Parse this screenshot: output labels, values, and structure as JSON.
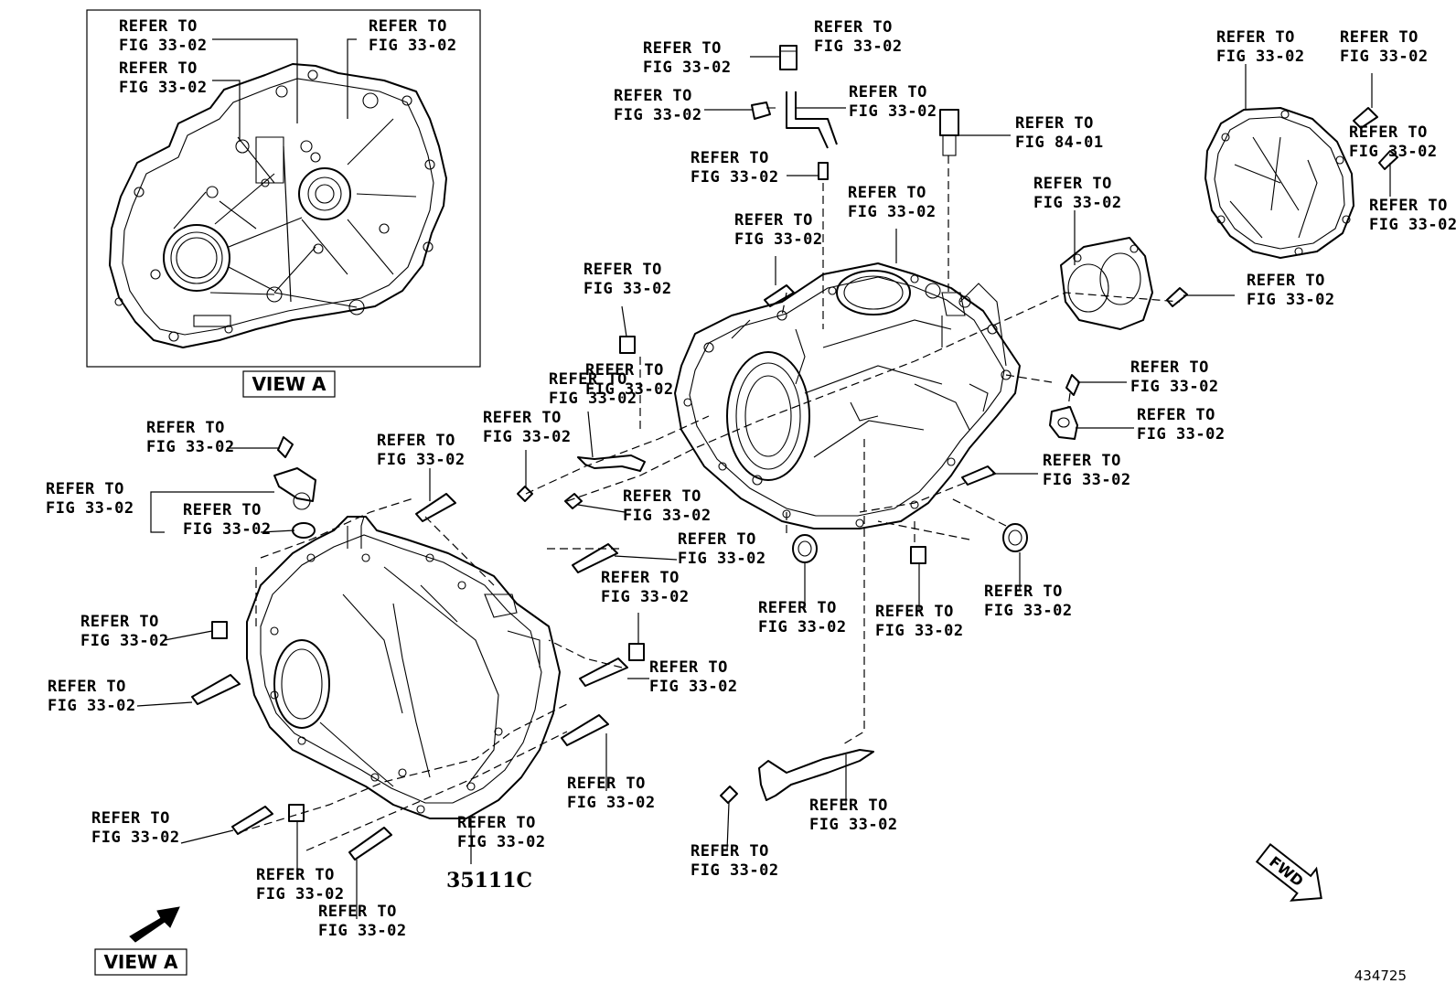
{
  "labels": [
    {
      "line1": "REFER TO",
      "line2": "FIG 33-02"
    },
    {
      "line1": "REFER TO",
      "line2": "FIG 33-02"
    },
    {
      "line1": "REFER TO",
      "line2": "FIG 33-02"
    },
    {
      "line1": "REFER TO",
      "line2": "FIG 33-02"
    },
    {
      "line1": "REFER TO",
      "line2": "FIG 33-02"
    },
    {
      "line1": "REFER TO",
      "line2": "FIG 33-02"
    },
    {
      "line1": "REFER TO",
      "line2": "FIG 33-02"
    },
    {
      "line1": "REFER TO",
      "line2": "FIG 84-01"
    },
    {
      "line1": "REFER TO",
      "line2": "FIG 33-02"
    },
    {
      "line1": "REFER TO",
      "line2": "FIG 33-02"
    },
    {
      "line1": "REFER TO",
      "line2": "FIG 33-02"
    },
    {
      "line1": "REFER TO",
      "line2": "FIG 33-02"
    },
    {
      "line1": "REFER TO",
      "line2": "FIG 33-02"
    },
    {
      "line1": "REFER TO",
      "line2": "FIG 33-02"
    },
    {
      "line1": "REFER TO",
      "line2": "FIG 33-02"
    },
    {
      "line1": "REFER TO",
      "line2": "FIG 33-02"
    },
    {
      "line1": "REFER TO",
      "line2": "FIG 33-02"
    },
    {
      "line1": "REFER TO",
      "line2": "FIG 33-02"
    },
    {
      "line1": "REFER TO",
      "line2": "FIG 33-02"
    },
    {
      "line1": "REFER TO",
      "line2": "FIG 33-02"
    },
    {
      "line1": "REFER TO",
      "line2": "FIG 33-02"
    },
    {
      "line1": "REFER TO",
      "line2": "FIG 33-02"
    },
    {
      "line1": "REFER TO",
      "line2": "FIG 33-02"
    },
    {
      "line1": "REFER TO",
      "line2": "FIG 33-02"
    },
    {
      "line1": "REFER TO",
      "line2": "FIG 33-02"
    },
    {
      "line1": "REFER TO",
      "line2": "FIG 33-02"
    },
    {
      "line1": "REFER TO",
      "line2": "FIG 33-02"
    },
    {
      "line1": "REFER TO",
      "line2": "FIG 33-02"
    },
    {
      "line1": "REFER TO",
      "line2": "FIG 33-02"
    },
    {
      "line1": "REFER TO",
      "line2": "FIG 33-02"
    },
    {
      "line1": "REFER TO",
      "line2": "FIG 33-02"
    },
    {
      "line1": "REFER TO",
      "line2": "FIG 33-02"
    },
    {
      "line1": "REFER TO",
      "line2": "FIG 33-02"
    },
    {
      "line1": "REFER TO",
      "line2": "FIG 33-02"
    },
    {
      "line1": "REFER TO",
      "line2": "FIG 33-02"
    },
    {
      "line1": "REFER TO",
      "line2": "FIG 33-02"
    },
    {
      "line1": "REFER TO",
      "line2": "FIG 33-02"
    },
    {
      "line1": "REFER TO",
      "line2": "FIG 33-02"
    },
    {
      "line1": "REFER TO",
      "line2": "FIG 33-02"
    },
    {
      "line1": "REFER TO",
      "line2": "FIG 33-02"
    },
    {
      "line1": "REFER TO",
      "line2": "FIG 33-02"
    },
    {
      "line1": "REFER TO",
      "line2": "FIG 33-02"
    },
    {
      "line1": "REFER TO",
      "line2": "FIG 33-02"
    },
    {
      "line1": "REFER TO",
      "line2": "FIG 33-02"
    }
  ],
  "part_number": "35111C",
  "view_label_top": "VIEW A",
  "view_label_bottom": "VIEW A",
  "fwd_label": "FWD",
  "figure_code": "434725"
}
